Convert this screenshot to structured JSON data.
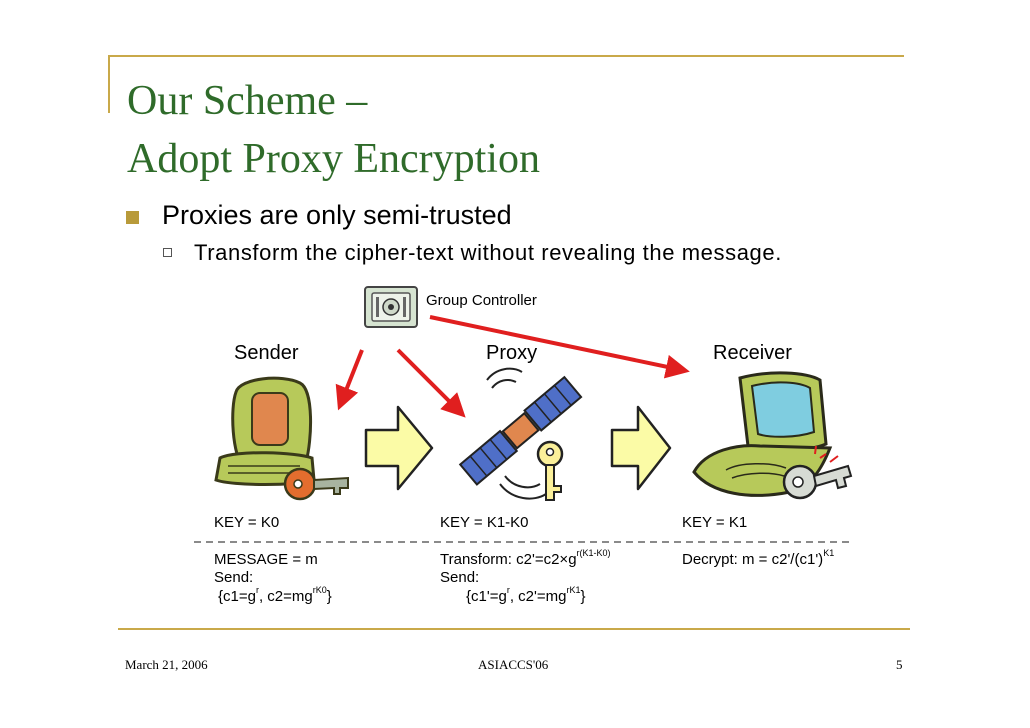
{
  "slide": {
    "title_line1": "Our Scheme –",
    "title_line2": "Adopt Proxy Encryption",
    "bullet1": "Proxies are only semi-trusted",
    "bullet2": "Transform the cipher-text without revealing the message."
  },
  "diagram": {
    "group_controller": "Group Controller",
    "sender": "Sender",
    "proxy": "Proxy",
    "receiver": "Receiver",
    "sender_key": "KEY = K0",
    "proxy_key": "KEY = K1-K0",
    "receiver_key": "KEY = K1",
    "sender_message": "MESSAGE = m",
    "sender_send": "Send:",
    "sender_c_open": "{c1=g",
    "sender_c_r": "r",
    "sender_c_mid": ", c2=mg",
    "sender_c_exp": "rK0",
    "sender_c_close": "}",
    "proxy_transform": "Transform: c2'=c2×g",
    "proxy_transform_exp": "r(K1-K0)",
    "proxy_send": "Send:",
    "proxy_c_open": "{c1'=g",
    "proxy_c_r": "r",
    "proxy_c_mid": ", c2'=mg",
    "proxy_c_exp": "rK1",
    "proxy_c_close": "}",
    "receiver_decrypt": "Decrypt: m = c2'/(c1')",
    "receiver_decrypt_exp": "K1"
  },
  "footer": {
    "date": "March 21, 2006",
    "conference": "ASIACCS'06",
    "page": "5"
  },
  "colors": {
    "title": "#2f6b2a",
    "rule": "#c9a94a",
    "arrow_red": "#e01f1f",
    "block_arrow": "#fbfba6"
  }
}
